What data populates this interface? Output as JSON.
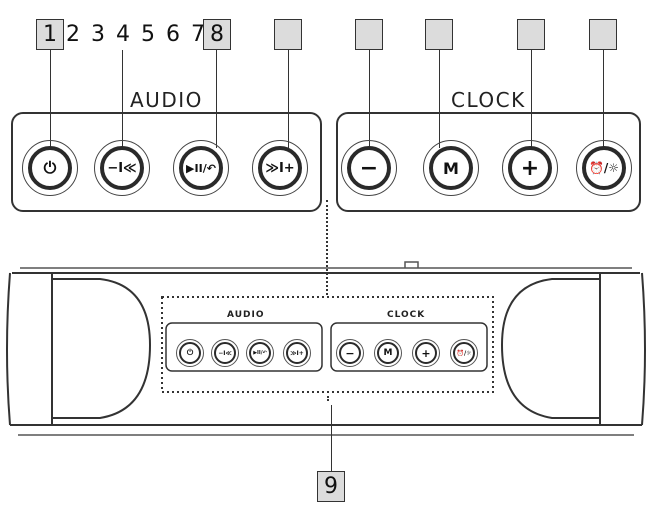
{
  "callouts": {
    "box1": "1",
    "sequence": "2 3 4 5 6 7",
    "box8": "8",
    "box9": "9"
  },
  "groups": {
    "audio": "AUDIO",
    "clock": "CLOCK"
  },
  "audio_buttons": [
    {
      "id": "power",
      "glyph": "⏻"
    },
    {
      "id": "prev",
      "glyph": "−I≪"
    },
    {
      "id": "play",
      "glyph": "▶II/↶"
    },
    {
      "id": "next",
      "glyph": "≫I+"
    }
  ],
  "clock_buttons": [
    {
      "id": "minus",
      "glyph": "−"
    },
    {
      "id": "mode",
      "glyph": "M"
    },
    {
      "id": "plus",
      "glyph": "+"
    },
    {
      "id": "alarm-light",
      "glyph": "⏰/☼"
    }
  ]
}
